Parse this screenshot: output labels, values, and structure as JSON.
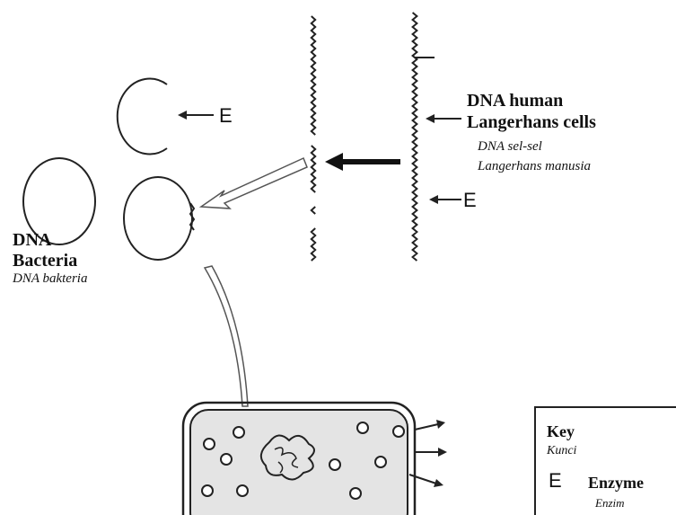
{
  "human_dna": {
    "title_line1": "DNA human",
    "title_line2": "Langerhans cells",
    "subtitle_line1": "DNA sel-sel",
    "subtitle_line2": "Langerhans manusia"
  },
  "bacteria_dna": {
    "title_line1": "DNA",
    "title_line2": "Bacteria",
    "subtitle": "DNA bakteria"
  },
  "enzyme_markers": {
    "top": "E",
    "right": "E"
  },
  "key": {
    "title": "Key",
    "title_translation": "Kunci",
    "symbol": "E",
    "label": "Enzyme",
    "label_translation": "Enzim"
  },
  "colors": {
    "ink": "#222222",
    "cell_fill": "#e4e4e4",
    "background": "#ffffff"
  }
}
